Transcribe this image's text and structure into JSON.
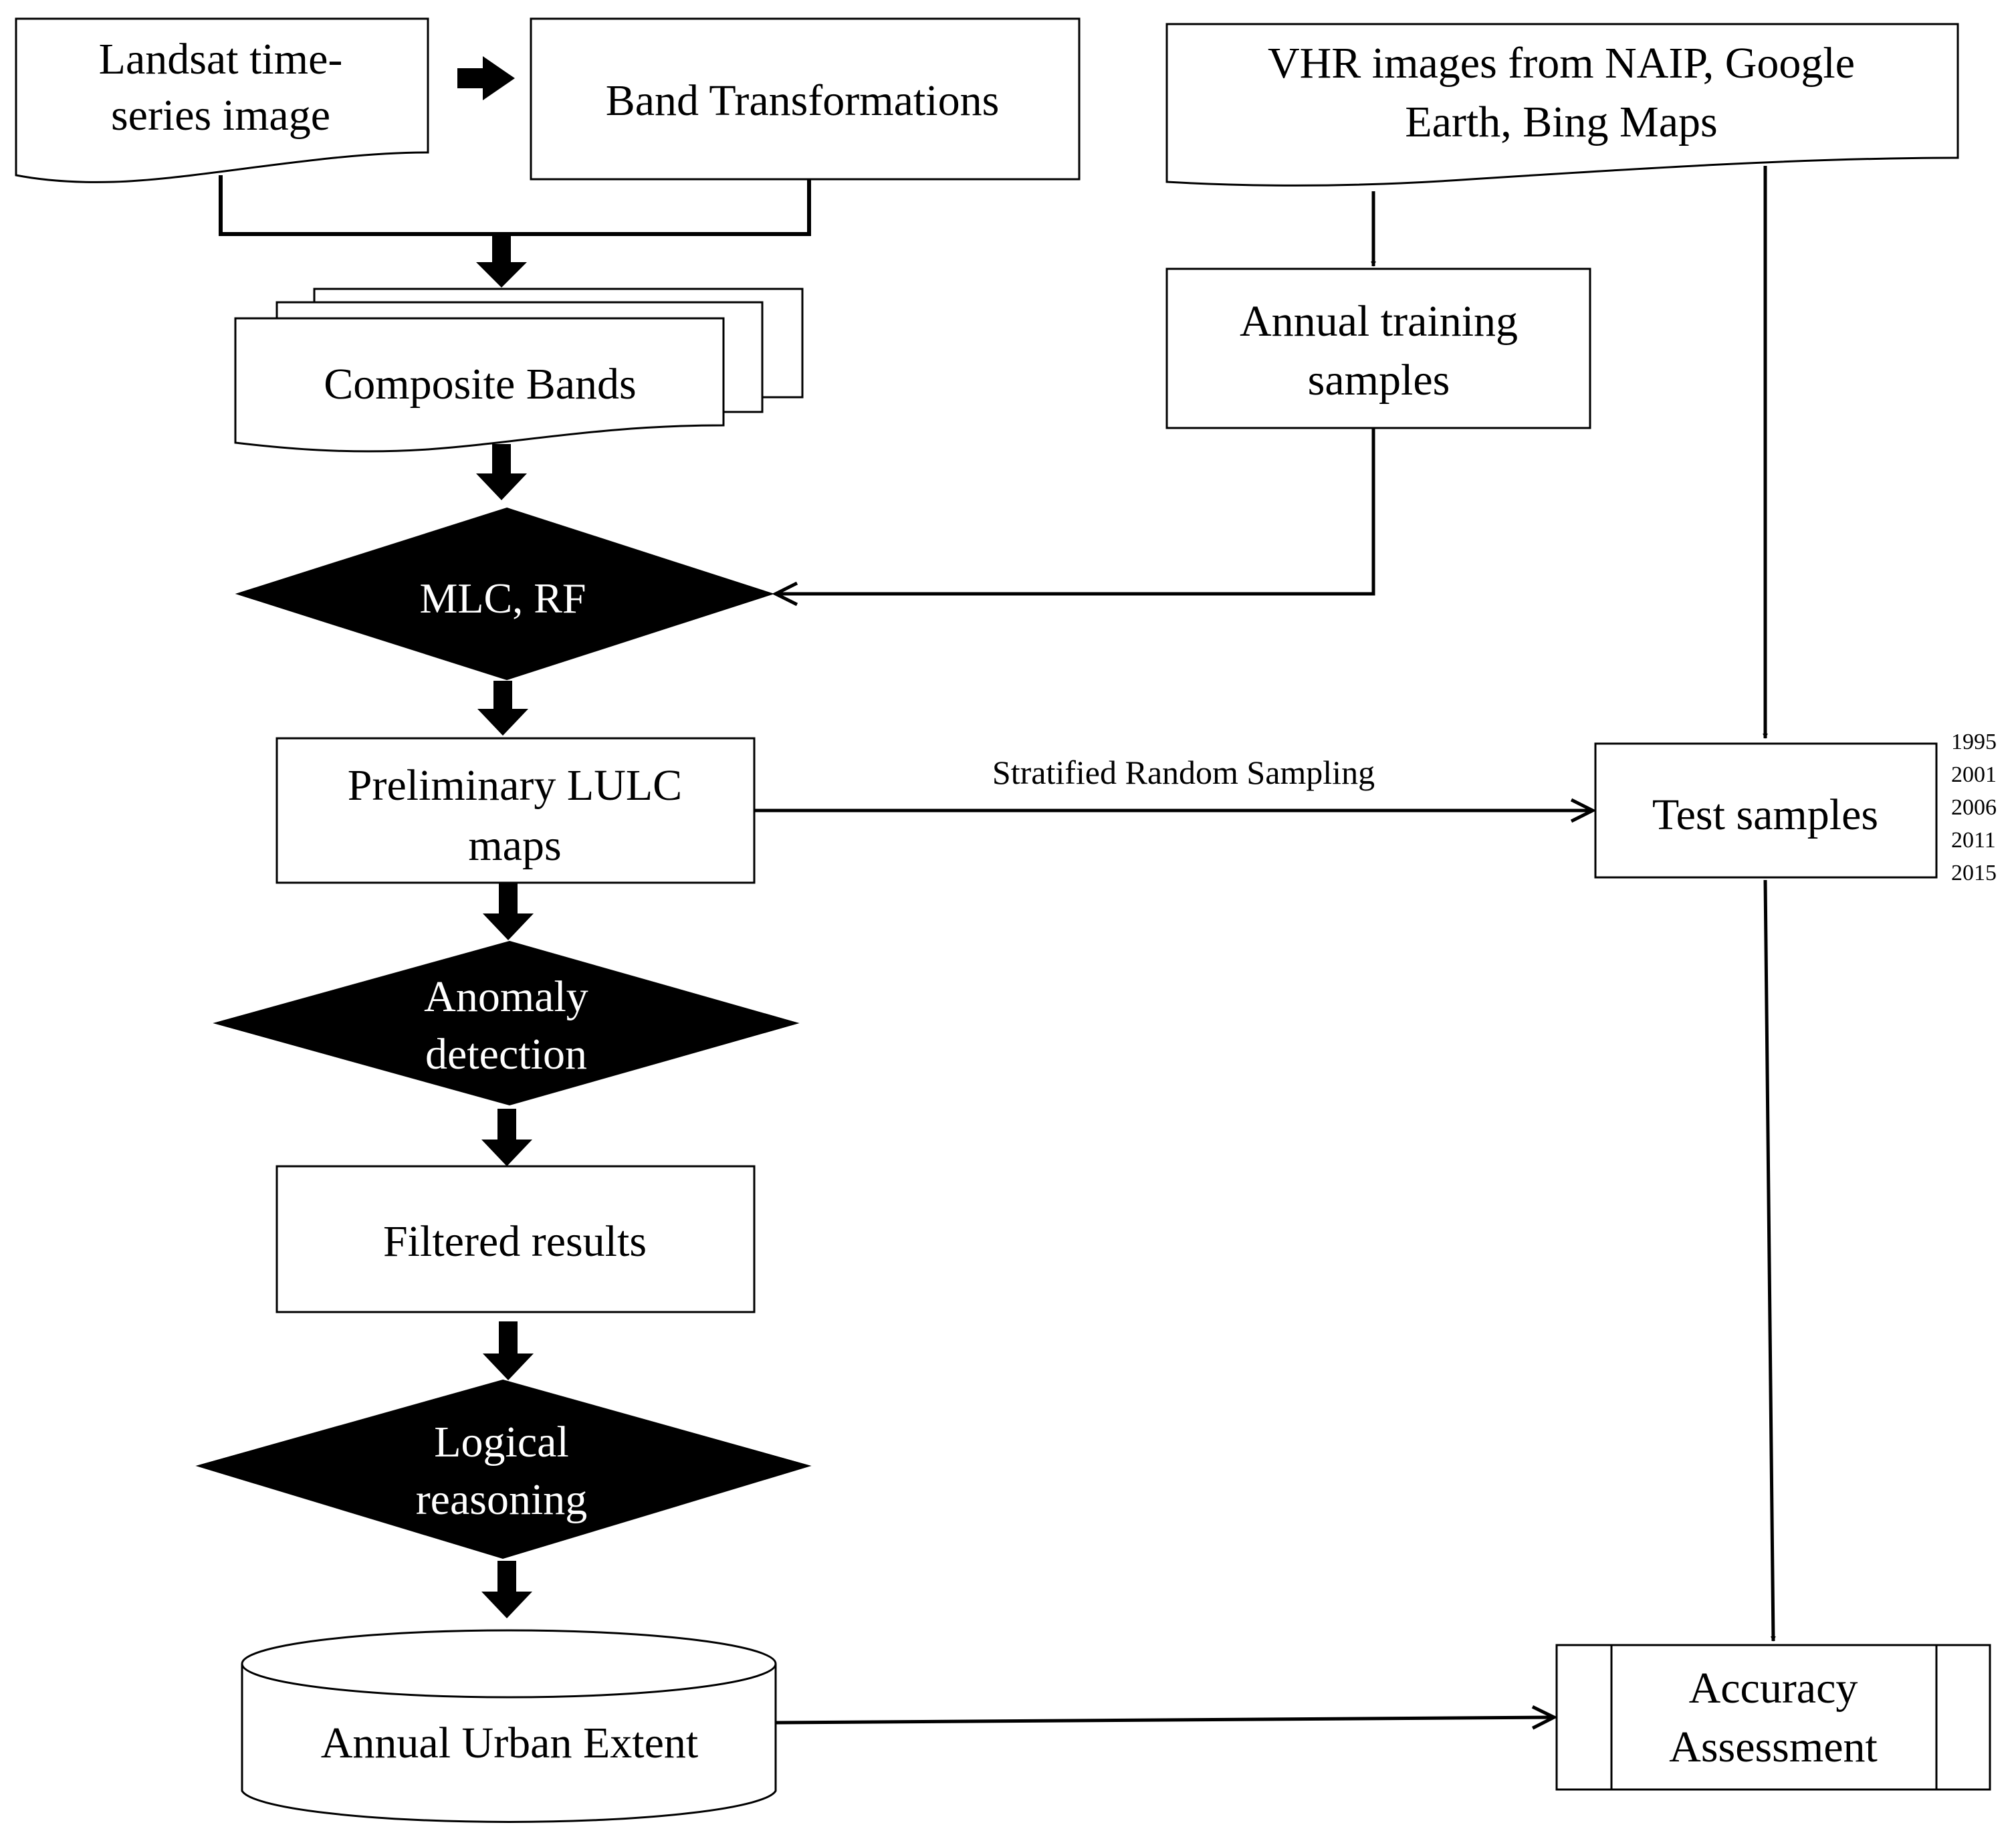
{
  "colors": {
    "background": "#ffffff",
    "stroke": "#000000",
    "decision_fill": "#000000",
    "decision_text": "#ffffff",
    "diamond_edge_accent": "#1f4e79"
  },
  "nodes": {
    "landsat": {
      "lines": [
        "Landsat time-",
        "series image"
      ]
    },
    "band_transformations": {
      "lines": [
        "Band Transformations"
      ]
    },
    "vhr_images": {
      "lines": [
        "VHR images  from NAIP, Google",
        "Earth, Bing Maps"
      ]
    },
    "composite_bands": {
      "lines": [
        "Composite Bands"
      ]
    },
    "annual_training": {
      "lines": [
        "Annual training",
        "samples"
      ]
    },
    "mlc_rf": {
      "lines": [
        "MLC, RF"
      ]
    },
    "preliminary_lulc": {
      "lines": [
        "Preliminary LULC",
        "maps"
      ]
    },
    "test_samples": {
      "lines": [
        "Test samples"
      ]
    },
    "anomaly_detection": {
      "lines": [
        "Anomaly",
        "detection"
      ]
    },
    "filtered_results": {
      "lines": [
        "Filtered results"
      ]
    },
    "logical_reasoning": {
      "lines": [
        "Logical",
        "reasoning"
      ]
    },
    "annual_urban_extent": {
      "lines": [
        "Annual Urban Extent"
      ]
    },
    "accuracy_assessment": {
      "lines": [
        "Accuracy",
        "Assessment"
      ]
    }
  },
  "edges": {
    "stratified_random_sampling": {
      "label": "Stratified  Random  Sampling"
    }
  },
  "test_years": [
    "1995",
    "2001",
    "2006",
    "2011",
    "2015"
  ]
}
